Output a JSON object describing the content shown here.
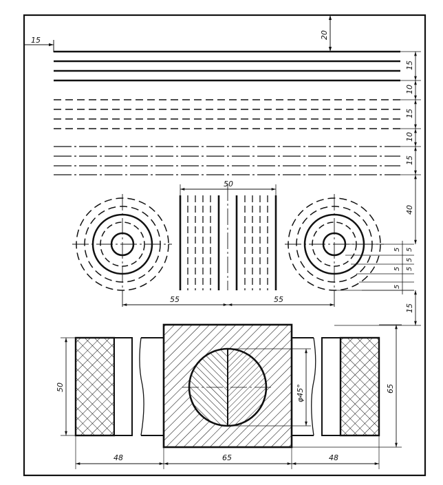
{
  "dimensions": {
    "top_margin": "20",
    "left_offset": "15",
    "right_spacings": [
      "15",
      "10",
      "15",
      "10",
      "15"
    ],
    "lower_spacing_40": "40",
    "ring_steps": [
      "5",
      "5",
      "5",
      "5",
      "5",
      "5"
    ],
    "lower_spacing_15": "15",
    "hatch_band_width": "50",
    "center_left": "55",
    "center_right": "55",
    "block_height_50": "50",
    "block_height_65": "65",
    "hole_diameter": "φ45°",
    "width_left_48": "48",
    "width_center_65": "65",
    "width_right_48": "48"
  },
  "colors": {
    "ink": "#111111",
    "paper": "#ffffff"
  }
}
